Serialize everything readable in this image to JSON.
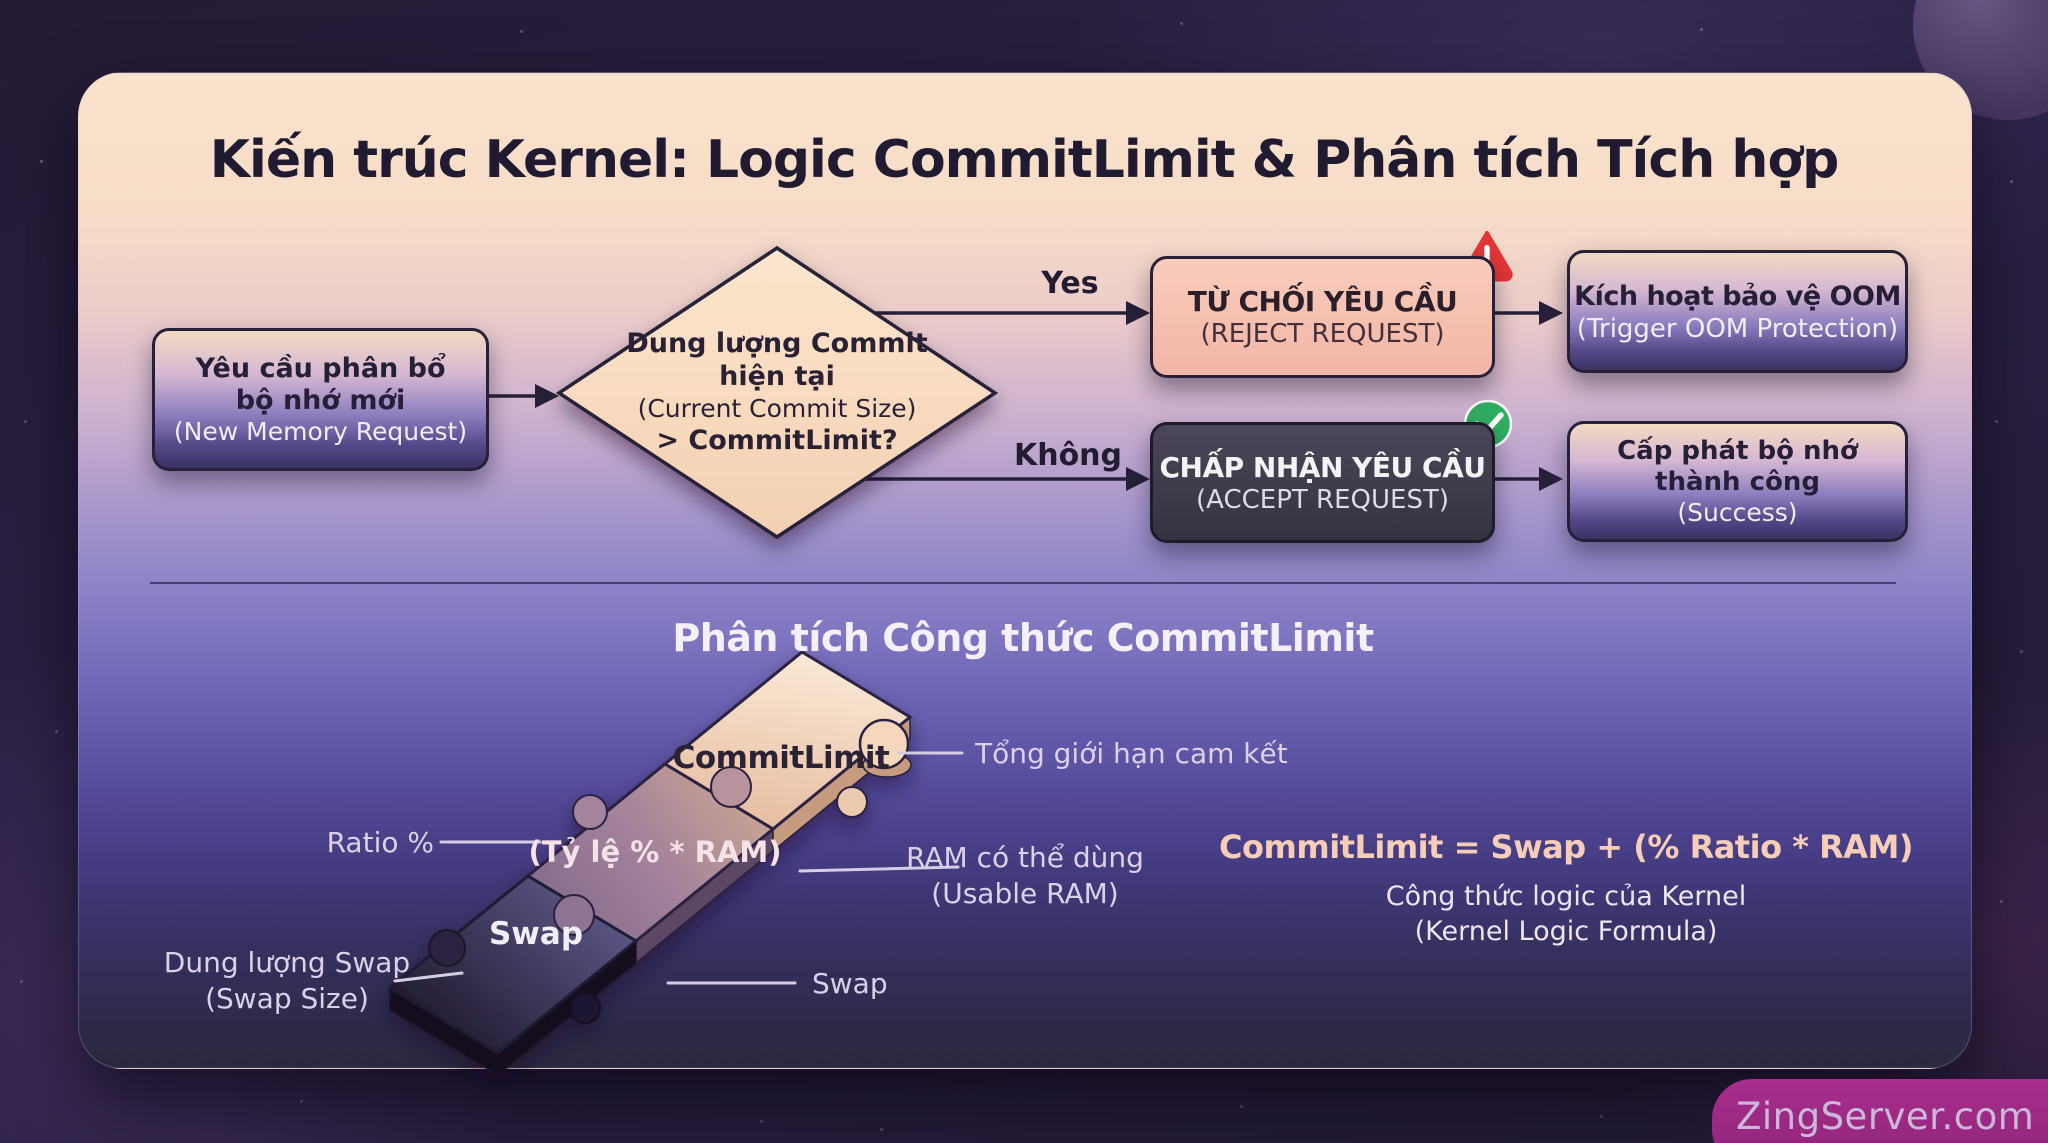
{
  "title": "Kiến trúc Kernel: Logic CommitLimit & Phân tích Tích hợp",
  "flowchart": {
    "start": {
      "line1": "Yêu cầu phân bổ",
      "line2": "bộ nhớ mới",
      "sub": "(New Memory Request)"
    },
    "decision": {
      "line1": "Dung lượng Commit",
      "line2": "hiện tại",
      "line3": "(Current Commit Size)",
      "line4": "> CommitLimit?"
    },
    "yes_label": "Yes",
    "no_label": "Không",
    "reject": {
      "title": "TỪ CHỐI YÊU CẦU",
      "sub": "(REJECT REQUEST)"
    },
    "oom": {
      "title": "Kích hoạt bảo vệ OOM",
      "sub": "(Trigger OOM Protection)"
    },
    "accept": {
      "title": "CHẤP NHẬN YÊU CẦU",
      "sub": "(ACCEPT REQUEST)"
    },
    "success": {
      "line1": "Cấp phát bộ nhớ",
      "line2": "thành công",
      "sub": "(Success)"
    }
  },
  "analysis": {
    "section_title": "Phân tích Công thức CommitLimit",
    "pieces": {
      "top": "CommitLimit",
      "middle": "(Tỷ lệ % * RAM)",
      "bottom": "Swap"
    },
    "callouts": {
      "total_label": "Tổng giới hạn cam kết",
      "ratio_label": "Ratio %",
      "ram_line1": "RAM có thể dùng",
      "ram_line2": "(Usable RAM)",
      "swap_size_line1": "Dung lượng Swap",
      "swap_size_line2": "(Swap Size)",
      "swap_label": "Swap"
    },
    "formula": {
      "equation": "CommitLimit = Swap + (% Ratio * RAM)",
      "caption_line1": "Công thức logic của Kernel",
      "caption_line2": "(Kernel Logic Formula)"
    }
  },
  "watermark": "ZingServer.com",
  "colors": {
    "accent_red": "#e23636",
    "accent_green": "#2fad61",
    "formula_text": "#f6cdb7",
    "watermark_bg": "#a02c86",
    "card_top": "#f9e2cc",
    "card_bottom": "#2b2940"
  }
}
